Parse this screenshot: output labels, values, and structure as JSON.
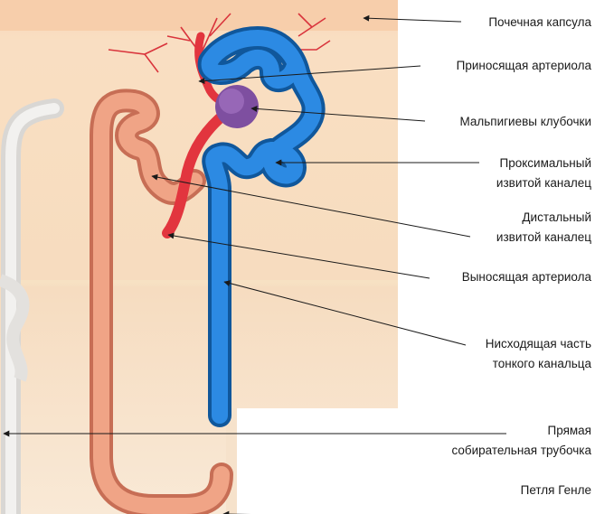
{
  "labels": {
    "capsule": "Почечная капсула",
    "afferent": "Приносящая артериола",
    "glomerulus": "Мальпигиевы клубочки",
    "proximal": [
      "Проксимальный",
      "извитой каналец"
    ],
    "distal": [
      "Дистальный",
      "извитой каналец"
    ],
    "efferent": "Выносящая артериола",
    "descending": [
      "Нисходящая часть",
      "тонкого канальца"
    ],
    "collecting": [
      "Прямая",
      "собирательная трубочка"
    ],
    "henle": "Петля Генле"
  },
  "colors": {
    "cortex": "#fbe4c7",
    "capsule_band": "#f8d2b1",
    "medulla": "#f8e3c9",
    "tubule_orange": "#ee9b7d",
    "tubule_blue": "#1f7fd8",
    "artery_red": "#e2353e",
    "glomerulus": "#8a5aa8",
    "white_duct": "#e5e3e0"
  }
}
